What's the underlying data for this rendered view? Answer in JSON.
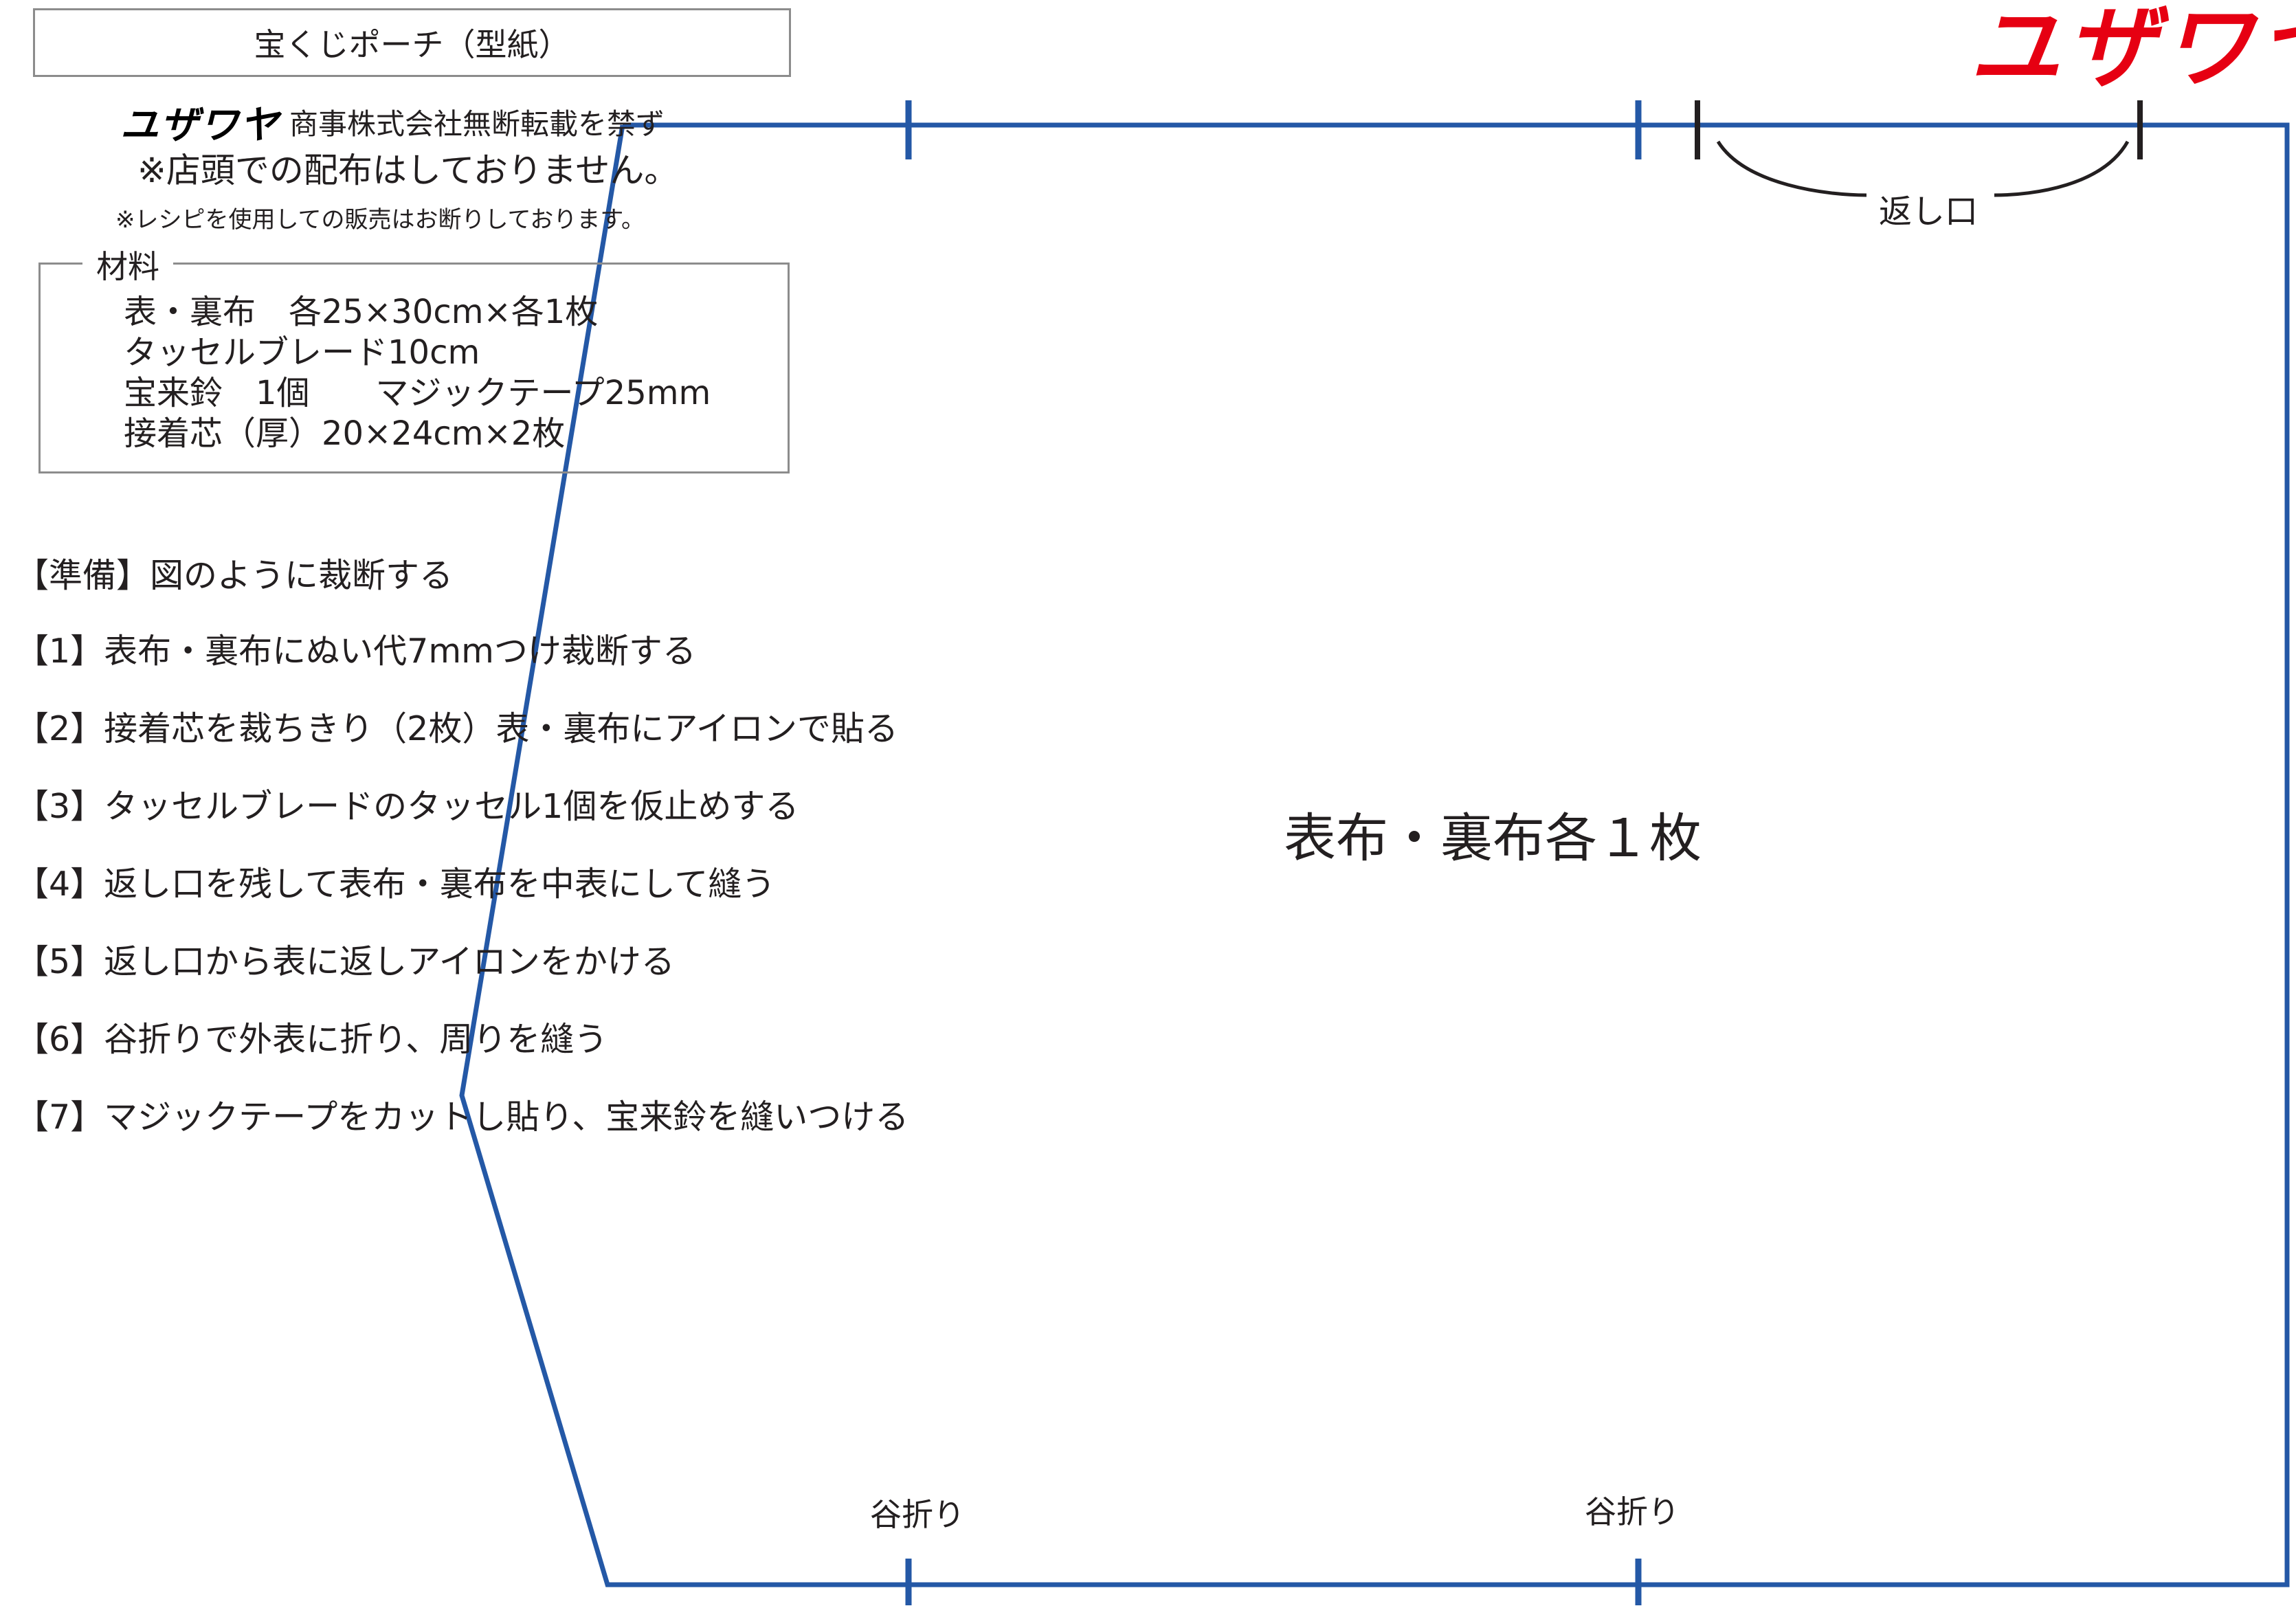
{
  "header": {
    "title": "宝くじポーチ（型紙）",
    "logo_small": "ユザワヤ",
    "copyright": "商事株式会社無断転載を禁ず",
    "notice_store": "※店頭での配布はしておりません。",
    "notice_sales": "※レシピを使用しての販売はお断りしております。"
  },
  "materials": {
    "heading": "材料",
    "lines": [
      "表・裏布　各25×30cm×各1枚",
      "タッセルブレード10cm",
      "宝来鈴　1個　　マジックテープ25mm",
      "接着芯（厚）20×24cm×2枚"
    ]
  },
  "steps": [
    "【準備】図のように裁断する",
    "【1】表布・裏布にぬい代7mmつけ裁断する",
    "【2】接着芯を裁ちきり（2枚）表・裏布にアイロンで貼る",
    "【3】タッセルブレードのタッセル1個を仮止めする",
    "【4】返し口を残して表布・裏布を中表にして縫う",
    "【5】返し口から表に返しアイロンをかける",
    "【6】谷折りで外表に折り、周りを縫う",
    "【7】マジックテープをカットし貼り、宝来鈴を縫いつける"
  ],
  "brand": {
    "logo": "ユザワヤ",
    "color": "#e60012"
  },
  "pattern": {
    "center_label": "表布・裏布各１枚",
    "return_opening_label": "返し口",
    "fold_label_left": "谷折り",
    "fold_label_right": "谷折り",
    "line_color": "#2458a6"
  }
}
